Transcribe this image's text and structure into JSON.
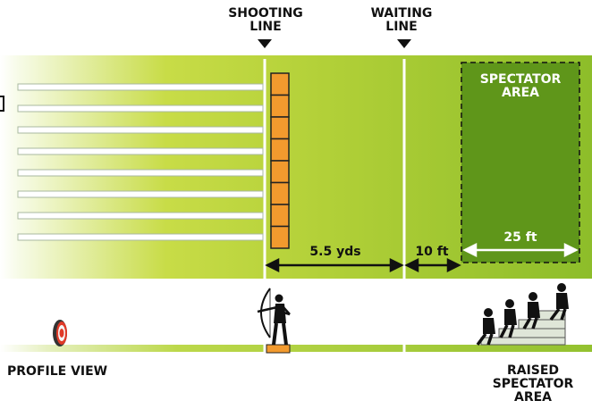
{
  "labels": {
    "shooting_line": [
      "SHOOTING",
      "LINE"
    ],
    "waiting_line": [
      "WAITING",
      "LINE"
    ],
    "spectator_area": [
      "SPECTATOR",
      "AREA"
    ],
    "distance_shooting_waiting": "5.5 yds",
    "distance_waiting_spectator": "10 ft",
    "spectator_width": "25 ft",
    "profile_view": "PROFILE VIEW",
    "raised_spectator_area": [
      "RAISED",
      "SPECTATOR",
      "AREA"
    ]
  },
  "colors": {
    "grass_light": "#c9dc3c",
    "grass_dark": "#6a9d1b",
    "spectator_fill": "#5f961a",
    "target_butt": "#f29a2e",
    "lane_line": "#ffffff",
    "ground_strip": "#a9cc3c"
  },
  "icons": {
    "target": "target-icon",
    "archer": "archer-icon",
    "spectators": "spectators-icon"
  }
}
